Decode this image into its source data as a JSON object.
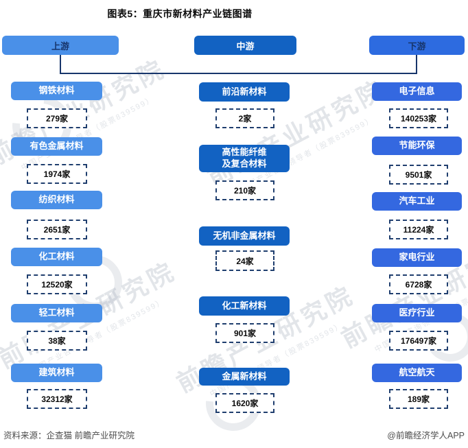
{
  "title": "图表5：重庆市新材料产业链图谱",
  "columns": {
    "upstream": {
      "header": "上游",
      "items": [
        {
          "label": "钢铁材料",
          "count": "279家"
        },
        {
          "label": "有色金属材料",
          "count": "1974家"
        },
        {
          "label": "纺织材料",
          "count": "2651家"
        },
        {
          "label": "化工材料",
          "count": "12520家"
        },
        {
          "label": "轻工材料",
          "count": "38家"
        },
        {
          "label": "建筑材料",
          "count": "32312家"
        }
      ]
    },
    "midstream": {
      "header": "中游",
      "items": [
        {
          "label": "前沿新材料",
          "count": "2家"
        },
        {
          "label": "高性能纤维",
          "label2": "及复合材料",
          "count": "210家"
        },
        {
          "label": "无机非金属材料",
          "count": "24家"
        },
        {
          "label": "化工新材料",
          "count": "901家"
        },
        {
          "label": "金属新材料",
          "count": "1620家"
        }
      ]
    },
    "downstream": {
      "header": "下游",
      "items": [
        {
          "label": "电子信息",
          "count": "140253家"
        },
        {
          "label": "节能环保",
          "count": "9501家"
        },
        {
          "label": "汽车工业",
          "count": "11224家"
        },
        {
          "label": "家电行业",
          "count": "6728家"
        },
        {
          "label": "医疗行业",
          "count": "176497家"
        },
        {
          "label": "航空航天",
          "count": "189家"
        }
      ]
    }
  },
  "footer": {
    "source": "资料来源：企查猫 前瞻产业研究院",
    "credit": "@前瞻经济学人APP"
  },
  "watermark": {
    "text": "前瞻产业研究院",
    "subtext": "中国产业咨询领导者（股票839599）"
  },
  "colors": {
    "upstream_blue": "#4A90E8",
    "midstream_blue": "#1262C2",
    "downstream_blue": "#2D6BE0",
    "connector_line": "#17356B",
    "dashed_border": "#1F3E6E"
  }
}
